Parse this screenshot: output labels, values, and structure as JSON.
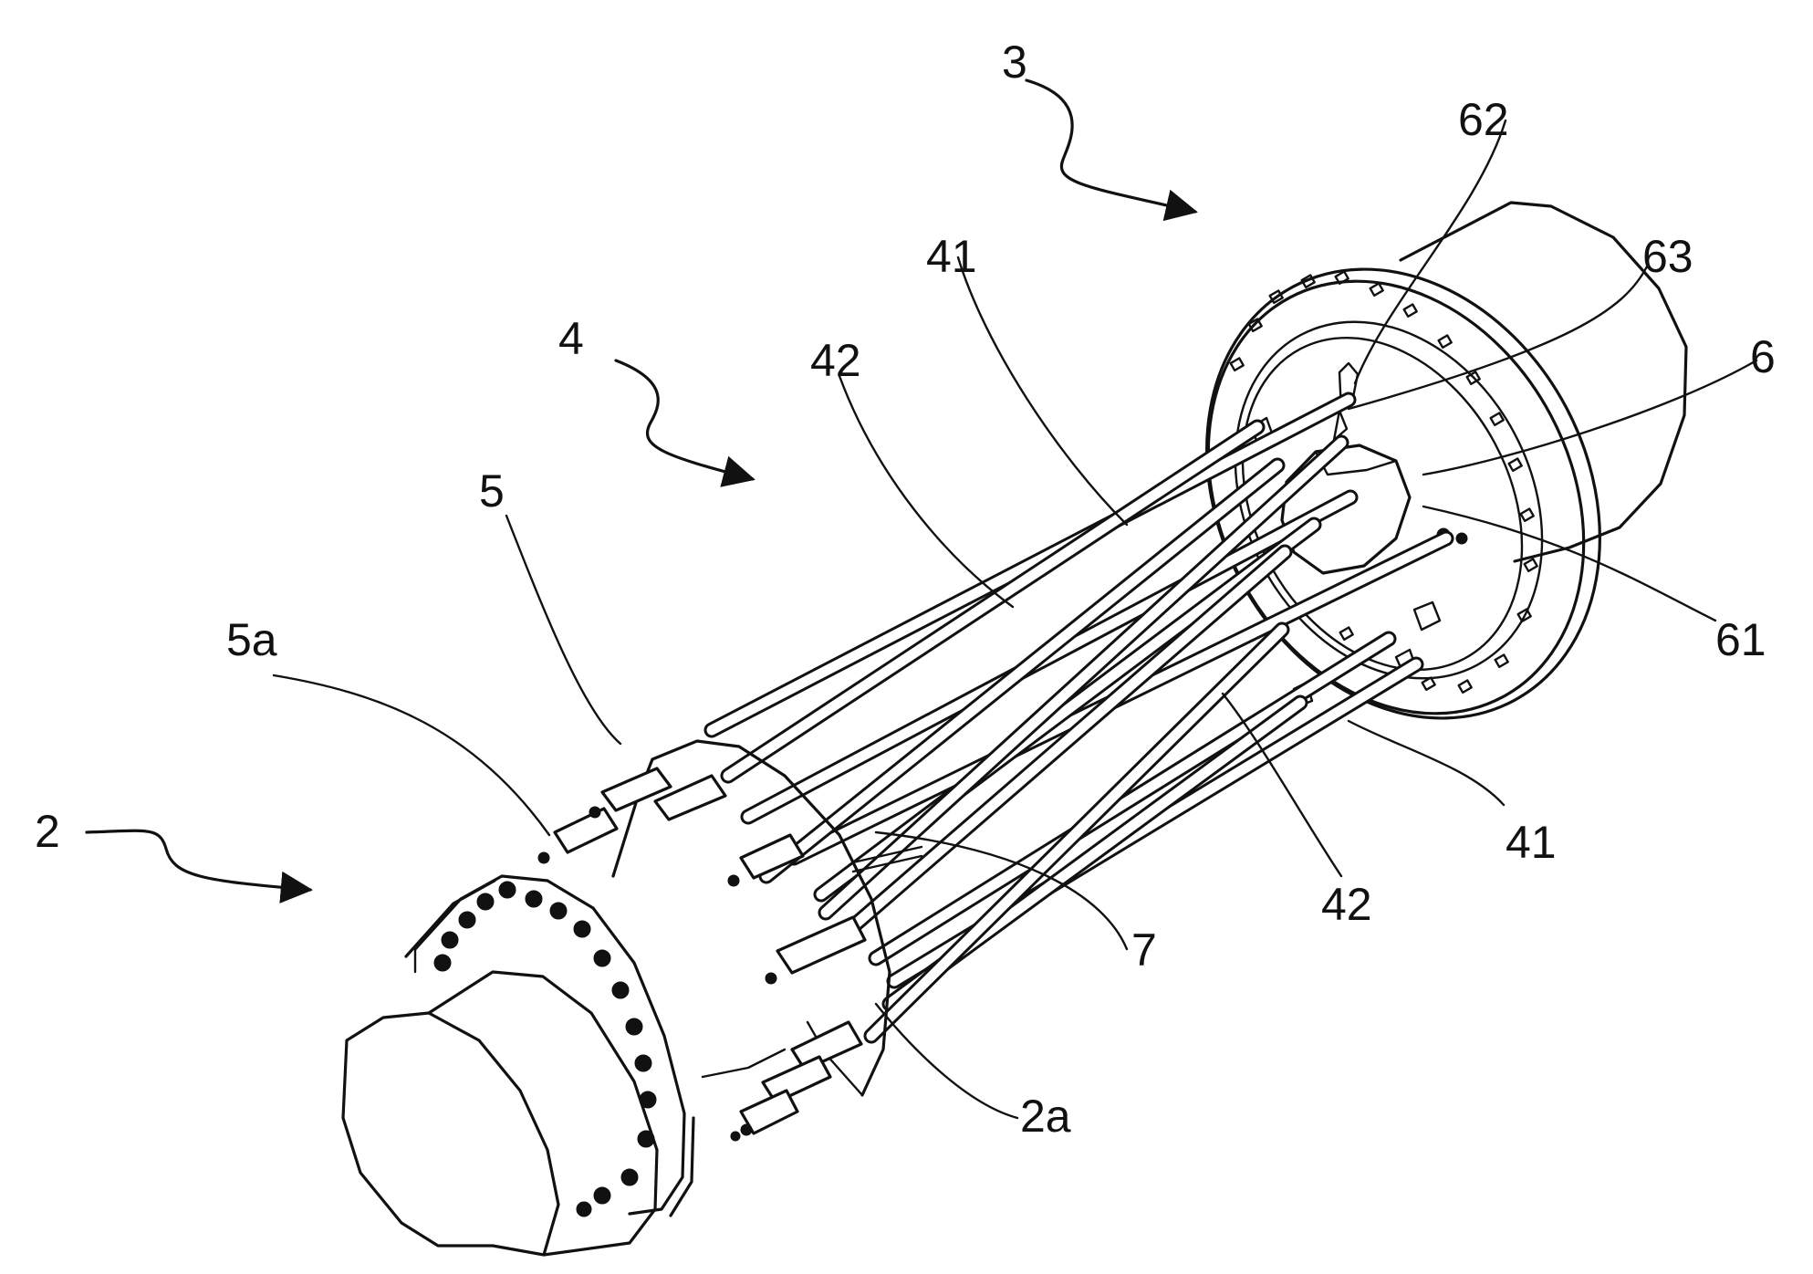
{
  "labels": {
    "l2": "2",
    "l2a": "2a",
    "l3": "3",
    "l4": "4",
    "l5": "5",
    "l5a": "5a",
    "l6": "6",
    "l7": "7",
    "l41a": "41",
    "l41b": "41",
    "l42a": "42",
    "l42b": "42",
    "l61": "61",
    "l62": "62",
    "l63": "63"
  }
}
